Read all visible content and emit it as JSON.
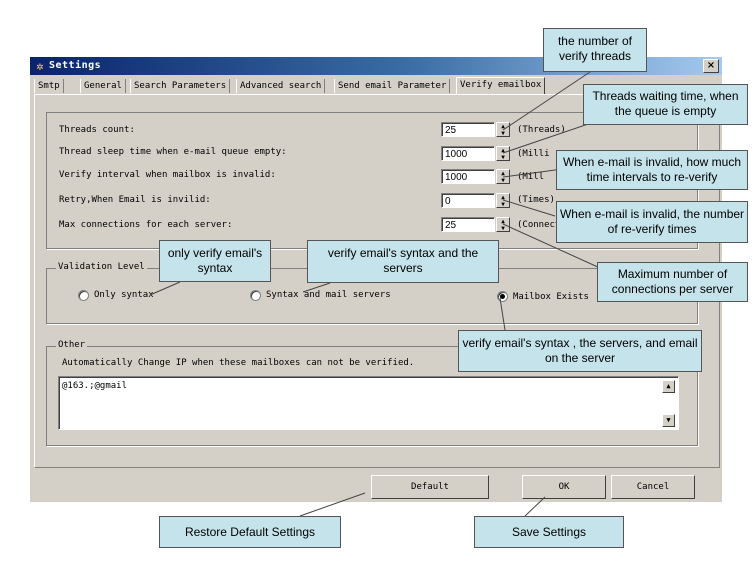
{
  "window": {
    "title": "Settings",
    "close_glyph": "×",
    "title_icon": "settings-icon"
  },
  "tabs": [
    {
      "label": "Smtp"
    },
    {
      "label": "General"
    },
    {
      "label": "Search Parameters"
    },
    {
      "label": "Advanced search"
    },
    {
      "label": "Send email Parameter"
    },
    {
      "label": "Verify emailbox"
    }
  ],
  "verify": {
    "rows": [
      {
        "label": "Threads count:",
        "value": "25",
        "unit": "(Threads)"
      },
      {
        "label": "Thread sleep time when e-mail queue empty:",
        "value": "1000",
        "unit": "(Milli"
      },
      {
        "label": "Verify interval when mailbox is invalid:",
        "value": "1000",
        "unit": "(Mill"
      },
      {
        "label": "Retry,When Email is invilid:",
        "value": "0",
        "unit": "(Times)"
      },
      {
        "label": "Max connections for each server:",
        "value": "25",
        "unit": "(Connect"
      }
    ]
  },
  "validation": {
    "legend": "Validation Level",
    "options": [
      {
        "label": "Only syntax",
        "selected": false
      },
      {
        "label": "Syntax and mail servers",
        "selected": false
      },
      {
        "label": "Mailbox Exists",
        "selected": true
      }
    ]
  },
  "other": {
    "legend": "Other",
    "description": "Automatically Change IP when these mailboxes can not be verified.",
    "value": "@163.;@gmail"
  },
  "buttons": {
    "default": "Default",
    "ok": "OK",
    "cancel": "Cancel"
  },
  "callouts": {
    "threads_count": "the number of verify threads",
    "sleep_time": "Threads waiting time, when the queue is empty",
    "verify_interval": "When e-mail is invalid, how much time intervals to re-verify",
    "retry": "When e-mail is invalid, the number of  re-verify times",
    "max_connections": "Maximum number of connections per server",
    "only_syntax": "only verify email's syntax",
    "syntax_servers": "verify email's syntax  and the servers",
    "mailbox_exists": "verify email's syntax , the servers, and email on the server",
    "restore_default": "Restore Default Settings",
    "save": "Save Settings"
  }
}
